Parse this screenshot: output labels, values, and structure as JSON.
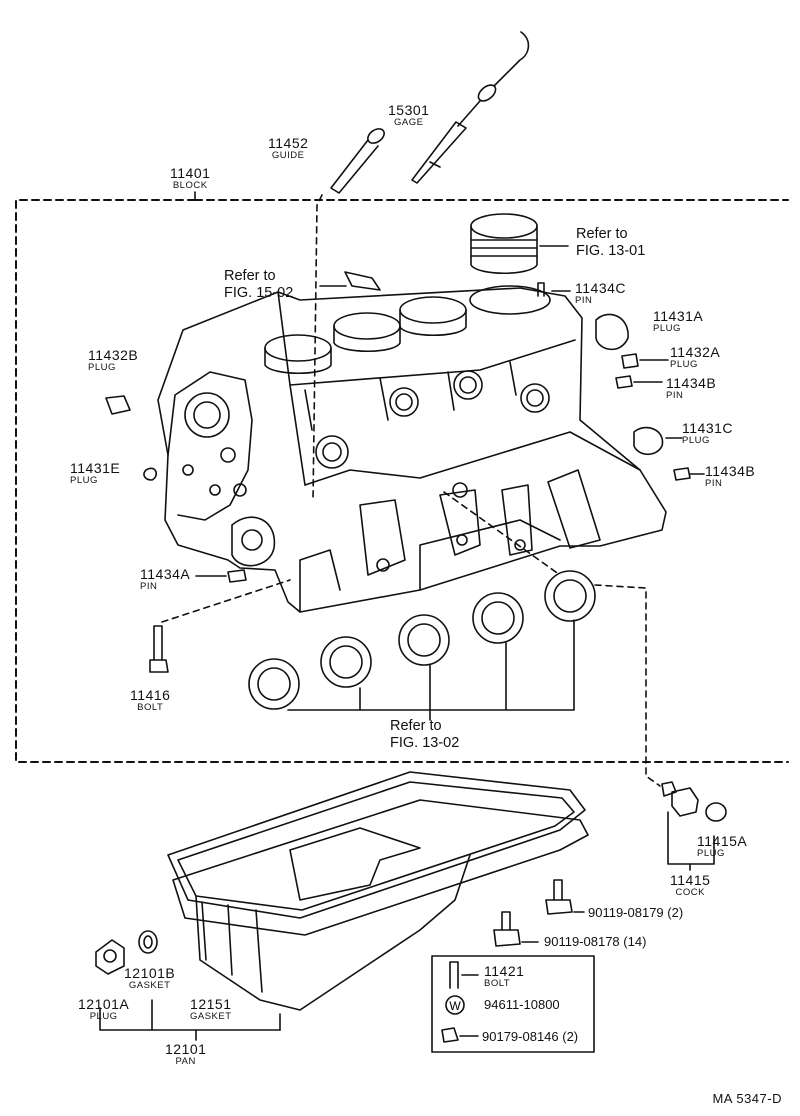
{
  "figure_code": "MA  5347-D",
  "parts": {
    "p11452": {
      "num": "11452",
      "name": "GUIDE"
    },
    "p15301": {
      "num": "15301",
      "name": "GAGE"
    },
    "p11401": {
      "num": "11401",
      "name": "BLOCK"
    },
    "p11434C": {
      "num": "11434C",
      "name": "PIN"
    },
    "p11431A": {
      "num": "11431A",
      "name": "PLUG"
    },
    "p11432A": {
      "num": "11432A",
      "name": "PLUG"
    },
    "p11434B_1": {
      "num": "11434B",
      "name": "PIN"
    },
    "p11431C": {
      "num": "11431C",
      "name": "PLUG"
    },
    "p11434B_2": {
      "num": "11434B",
      "name": "PIN"
    },
    "p11432B": {
      "num": "11432B",
      "name": "PLUG"
    },
    "p11431E": {
      "num": "11431E",
      "name": "PLUG"
    },
    "p11434A": {
      "num": "11434A",
      "name": "PIN"
    },
    "p11416": {
      "num": "11416",
      "name": "BOLT"
    },
    "p11415A": {
      "num": "11415A",
      "name": "PLUG"
    },
    "p11415": {
      "num": "11415",
      "name": "COCK"
    },
    "p11421": {
      "num": "11421",
      "name": "BOLT"
    },
    "p12101B": {
      "num": "12101B",
      "name": "GASKET"
    },
    "p12101A": {
      "num": "12101A",
      "name": "PLUG"
    },
    "p12151": {
      "num": "12151",
      "name": "GASKET"
    },
    "p12101": {
      "num": "12101",
      "name": "PAN"
    }
  },
  "refs": {
    "r1301": {
      "line1": "Refer to",
      "line2": "FIG. 13-01"
    },
    "r1502": {
      "line1": "Refer to",
      "line2": "FIG. 15-02"
    },
    "r1302": {
      "line1": "Refer to",
      "line2": "FIG. 13-02"
    }
  },
  "bolts": {
    "b1": "90119-08179 (2)",
    "b2": "90119-08178 (14)",
    "w1": "94611-10800",
    "n1": "90179-08146 (2)"
  },
  "washer_symbol": "W"
}
